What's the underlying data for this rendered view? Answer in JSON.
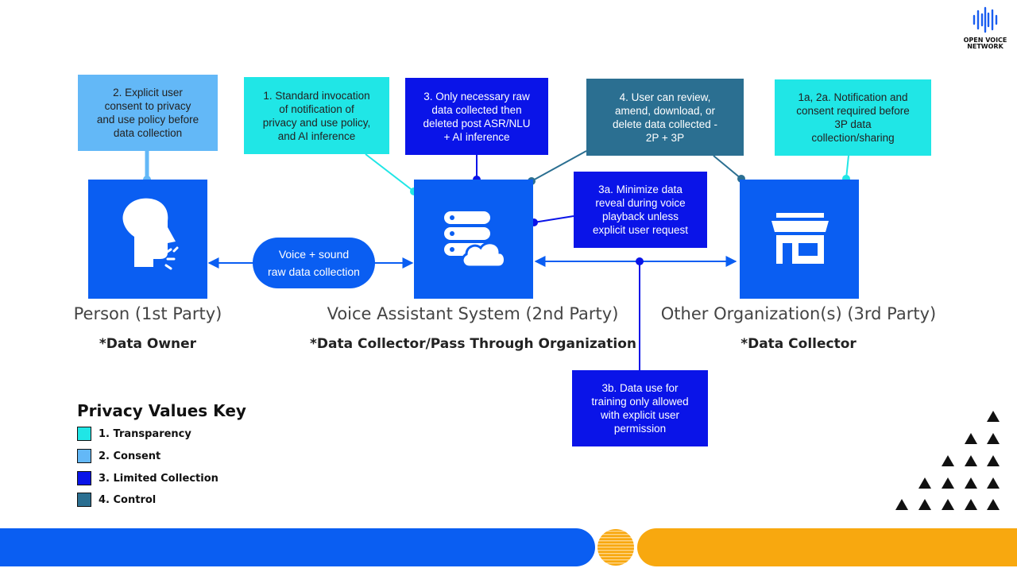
{
  "logo": {
    "line1": "OPEN VOICE",
    "line2": "NETWORK"
  },
  "notes": {
    "consent": "2. Explicit user\nconsent to privacy\nand use policy before\ndata collection",
    "transparency": "1. Standard invocation\nof notification of\nprivacy and use policy,\nand AI inference",
    "limited": "3. Only necessary raw\ndata collected then\ndeleted post ASR/NLU\n+ AI inference",
    "control": "4. User can review,\namend, download, or\ndelete data collected -\n2P + 3P",
    "third_party_notice": "1a, 2a. Notification and\nconsent required before\n3P data\ncollection/sharing",
    "minimize": "3a. Minimize data\nreveal during voice\nplayback unless\nexplicit user request",
    "training": "3b. Data use for\ntraining only allowed\nwith explicit user\npermission"
  },
  "flow_label": "Voice + sound\nraw data collection",
  "parties": {
    "person": {
      "name": "Person (1st Party)",
      "role": "*Data Owner",
      "icon": "speaking-head-icon"
    },
    "assistant": {
      "name": "Voice Assistant System (2nd Party)",
      "role": "*Data Collector/Pass Through Organization",
      "icon": "database-cloud-icon"
    },
    "organization": {
      "name": "Other Organization(s) (3rd Party)",
      "role": "*Data Collector",
      "icon": "storefront-icon"
    }
  },
  "key": {
    "title": "Privacy Values Key",
    "items": [
      {
        "label": "1. Transparency",
        "color": "#20e6e6"
      },
      {
        "label": "2. Consent",
        "color": "#63b8f7"
      },
      {
        "label": "3. Limited Collection",
        "color": "#0a14e8"
      },
      {
        "label": "4. Control",
        "color": "#2b6f91"
      }
    ]
  },
  "colors": {
    "node": "#0a5ef2",
    "transparency": "#20e6e6",
    "consent": "#63b8f7",
    "limited": "#0a14e8",
    "control": "#2b6f91",
    "connector": "#0a5ef2",
    "footer_blue": "#0a5ef2",
    "footer_orange": "#f8a80f"
  }
}
